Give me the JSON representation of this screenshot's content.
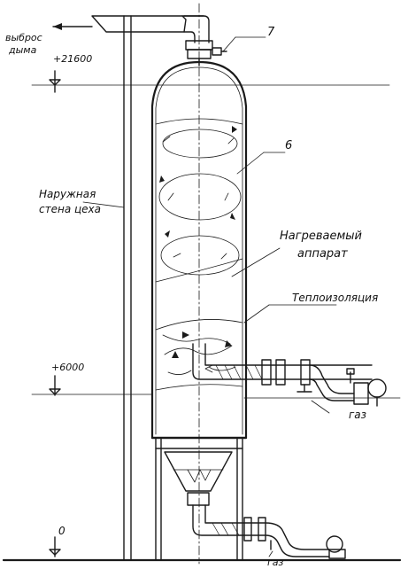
{
  "labels": {
    "smoke_exhaust_line1": "выброс",
    "smoke_exhaust_line2": "дыма",
    "outer_wall_line1": "Наружная",
    "outer_wall_line2": "стена цеха",
    "heated_apparatus_line1": "Нагреваемый",
    "heated_apparatus_line2": "аппарат",
    "insulation": "Теплоизоляция",
    "gas_upper": "газ",
    "gas_lower": "газ"
  },
  "callouts": {
    "item_7": "7",
    "item_6": "6"
  },
  "elevations": {
    "top": "+21600",
    "middle": "+6000",
    "ground": "0"
  }
}
